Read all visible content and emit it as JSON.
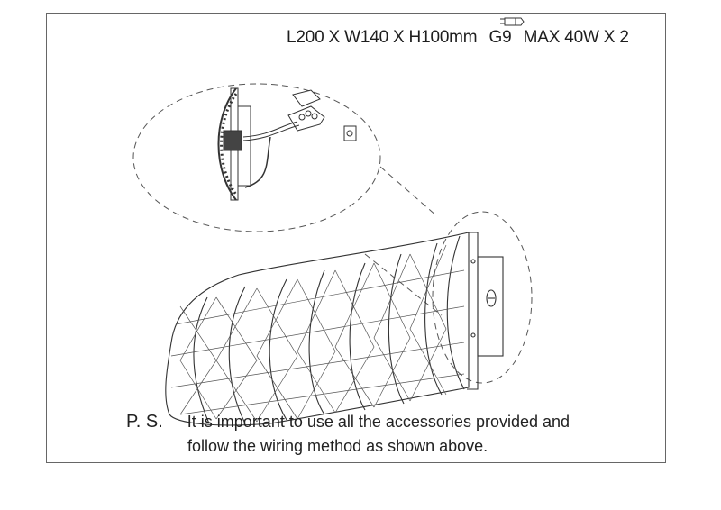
{
  "spec": {
    "dimensions": "L200 X W140 X H100mm",
    "bulb_type": "G9",
    "power": "MAX 40W X 2"
  },
  "note": {
    "label": "P. S.",
    "line1": "It is important to use all the accessories provided and",
    "line2": "follow the wiring method as shown above."
  }
}
